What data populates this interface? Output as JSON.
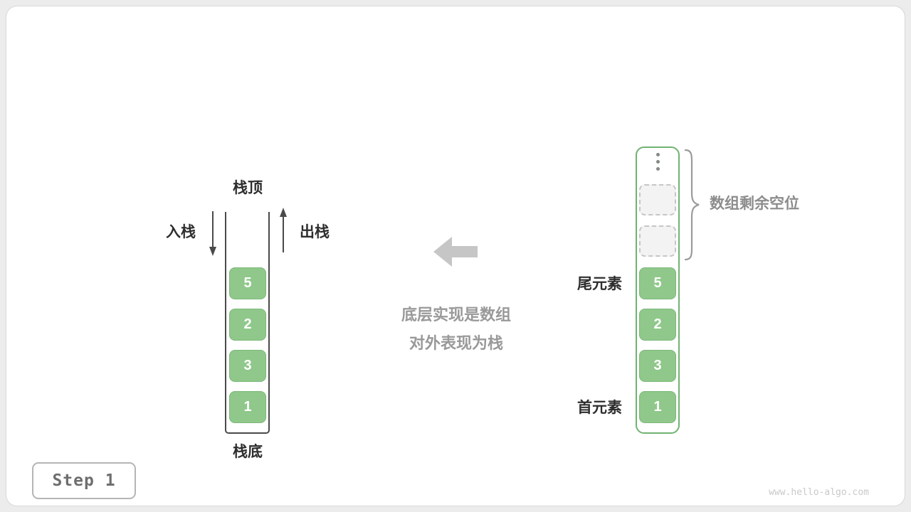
{
  "diagram": {
    "stack": {
      "top_label": "栈顶",
      "bottom_label": "栈底",
      "push_label": "入栈",
      "pop_label": "出栈",
      "values": [
        "5",
        "2",
        "3",
        "1"
      ]
    },
    "caption": {
      "line1": "底层实现是数组",
      "line2": "对外表现为栈"
    },
    "array": {
      "values": [
        "5",
        "2",
        "3",
        "1"
      ],
      "empty_slot_count": 2,
      "tail_label": "尾元素",
      "head_label": "首元素",
      "remaining_label": "数组剩余空位"
    },
    "step_label": "Step 1",
    "watermark": "www.hello-algo.com",
    "colors": {
      "cell_green": "#8FC88A",
      "cell_green_border": "#7DB87A",
      "array_border_green": "#70B370",
      "gray_text": "#8C8C8C",
      "arrow_gray": "#C6C6C6",
      "dark_line": "#4A4A4A"
    }
  }
}
